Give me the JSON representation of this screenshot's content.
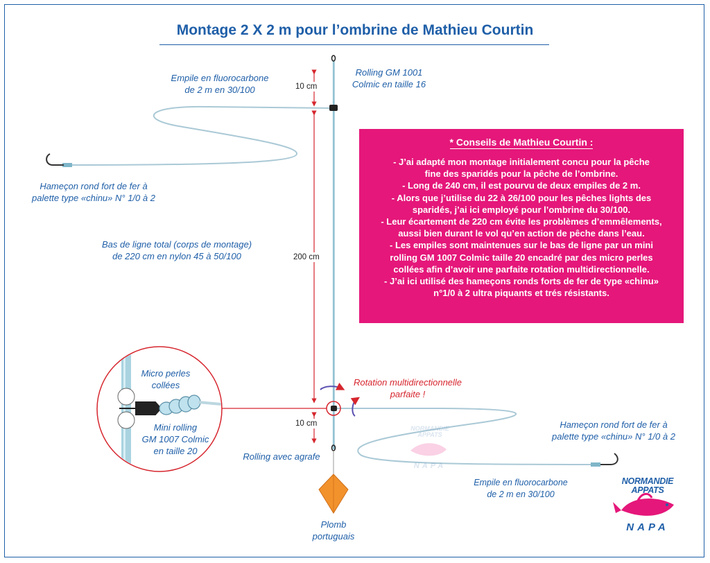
{
  "title": "Montage 2 X 2 m pour l’ombrine de Mathieu Courtin",
  "labels": {
    "top_rolling": [
      "Rolling GM 1001",
      "Colmic en taille 16"
    ],
    "top_snood": [
      "Empile en fluorocarbone",
      "de 2 m en 30/100"
    ],
    "top_hook": [
      "Hameçon rond fort de fer à",
      "palette type «chinu» N° 1/0 à 2"
    ],
    "main_line": [
      "Bas de ligne total (corps de montage)",
      "de 220 cm en nylon 45 à 50/100"
    ],
    "micro_beads": [
      "Micro perles",
      "collées"
    ],
    "mini_rolling": [
      "Mini rolling",
      "GM 1007 Colmic",
      "en taille 20"
    ],
    "rotation": [
      "Rotation multidirectionnelle",
      "parfaite !"
    ],
    "bottom_hook": [
      "Hameçon rond fort de fer à",
      "palette type «chinu» N° 1/0 à 2"
    ],
    "bottom_snood": [
      "Empile en fluorocarbone",
      "de 2 m en 30/100"
    ],
    "snap_rolling": "Rolling avec agrafe",
    "lead": [
      "Plomb",
      "portuguais"
    ]
  },
  "dimensions": {
    "top_gap": "10 cm",
    "middle_gap": "200 cm",
    "bottom_gap": "10 cm"
  },
  "advice": {
    "title": "* Conseils de Mathieu Courtin :",
    "lines": [
      "- J’ai adapté mon montage initialement concu pour la pêche",
      "fine des sparidés pour la pêche de l’ombrine.",
      "- Long de 240 cm, il est  pourvu de deux  empiles de 2 m.",
      "- Alors que j’utilise du 22 à 26/100 pour les pêches lights des",
      "sparidés, j’ai ici employé pour l’ombrine du 30/100.",
      "- Leur écartement de 220 cm évite les problèmes d’emmêlements,",
      "aussi bien durant le vol qu’en action de pêche dans l’eau.",
      "- Les empiles sont maintenues sur le bas de ligne par un mini",
      "rolling GM 1007 Colmic taille 20 encadré par des micro perles",
      "collées afin d’avoir une parfaite rotation multidirectionnelle.",
      "- J’ai ici utilisé des hameçons ronds forts de fer de type «chinu»",
      "n°1/0 à 2 ultra piquants et trés résistants."
    ]
  },
  "logo": {
    "top": [
      "NORMANDIE",
      "APPATS"
    ],
    "bottom": "NAPA"
  },
  "colors": {
    "accent": "#1f5fa8",
    "advice_bg": "#e5177a",
    "red": "#d6262e",
    "line": "#7fb6c9",
    "lead": "#f2922c"
  }
}
